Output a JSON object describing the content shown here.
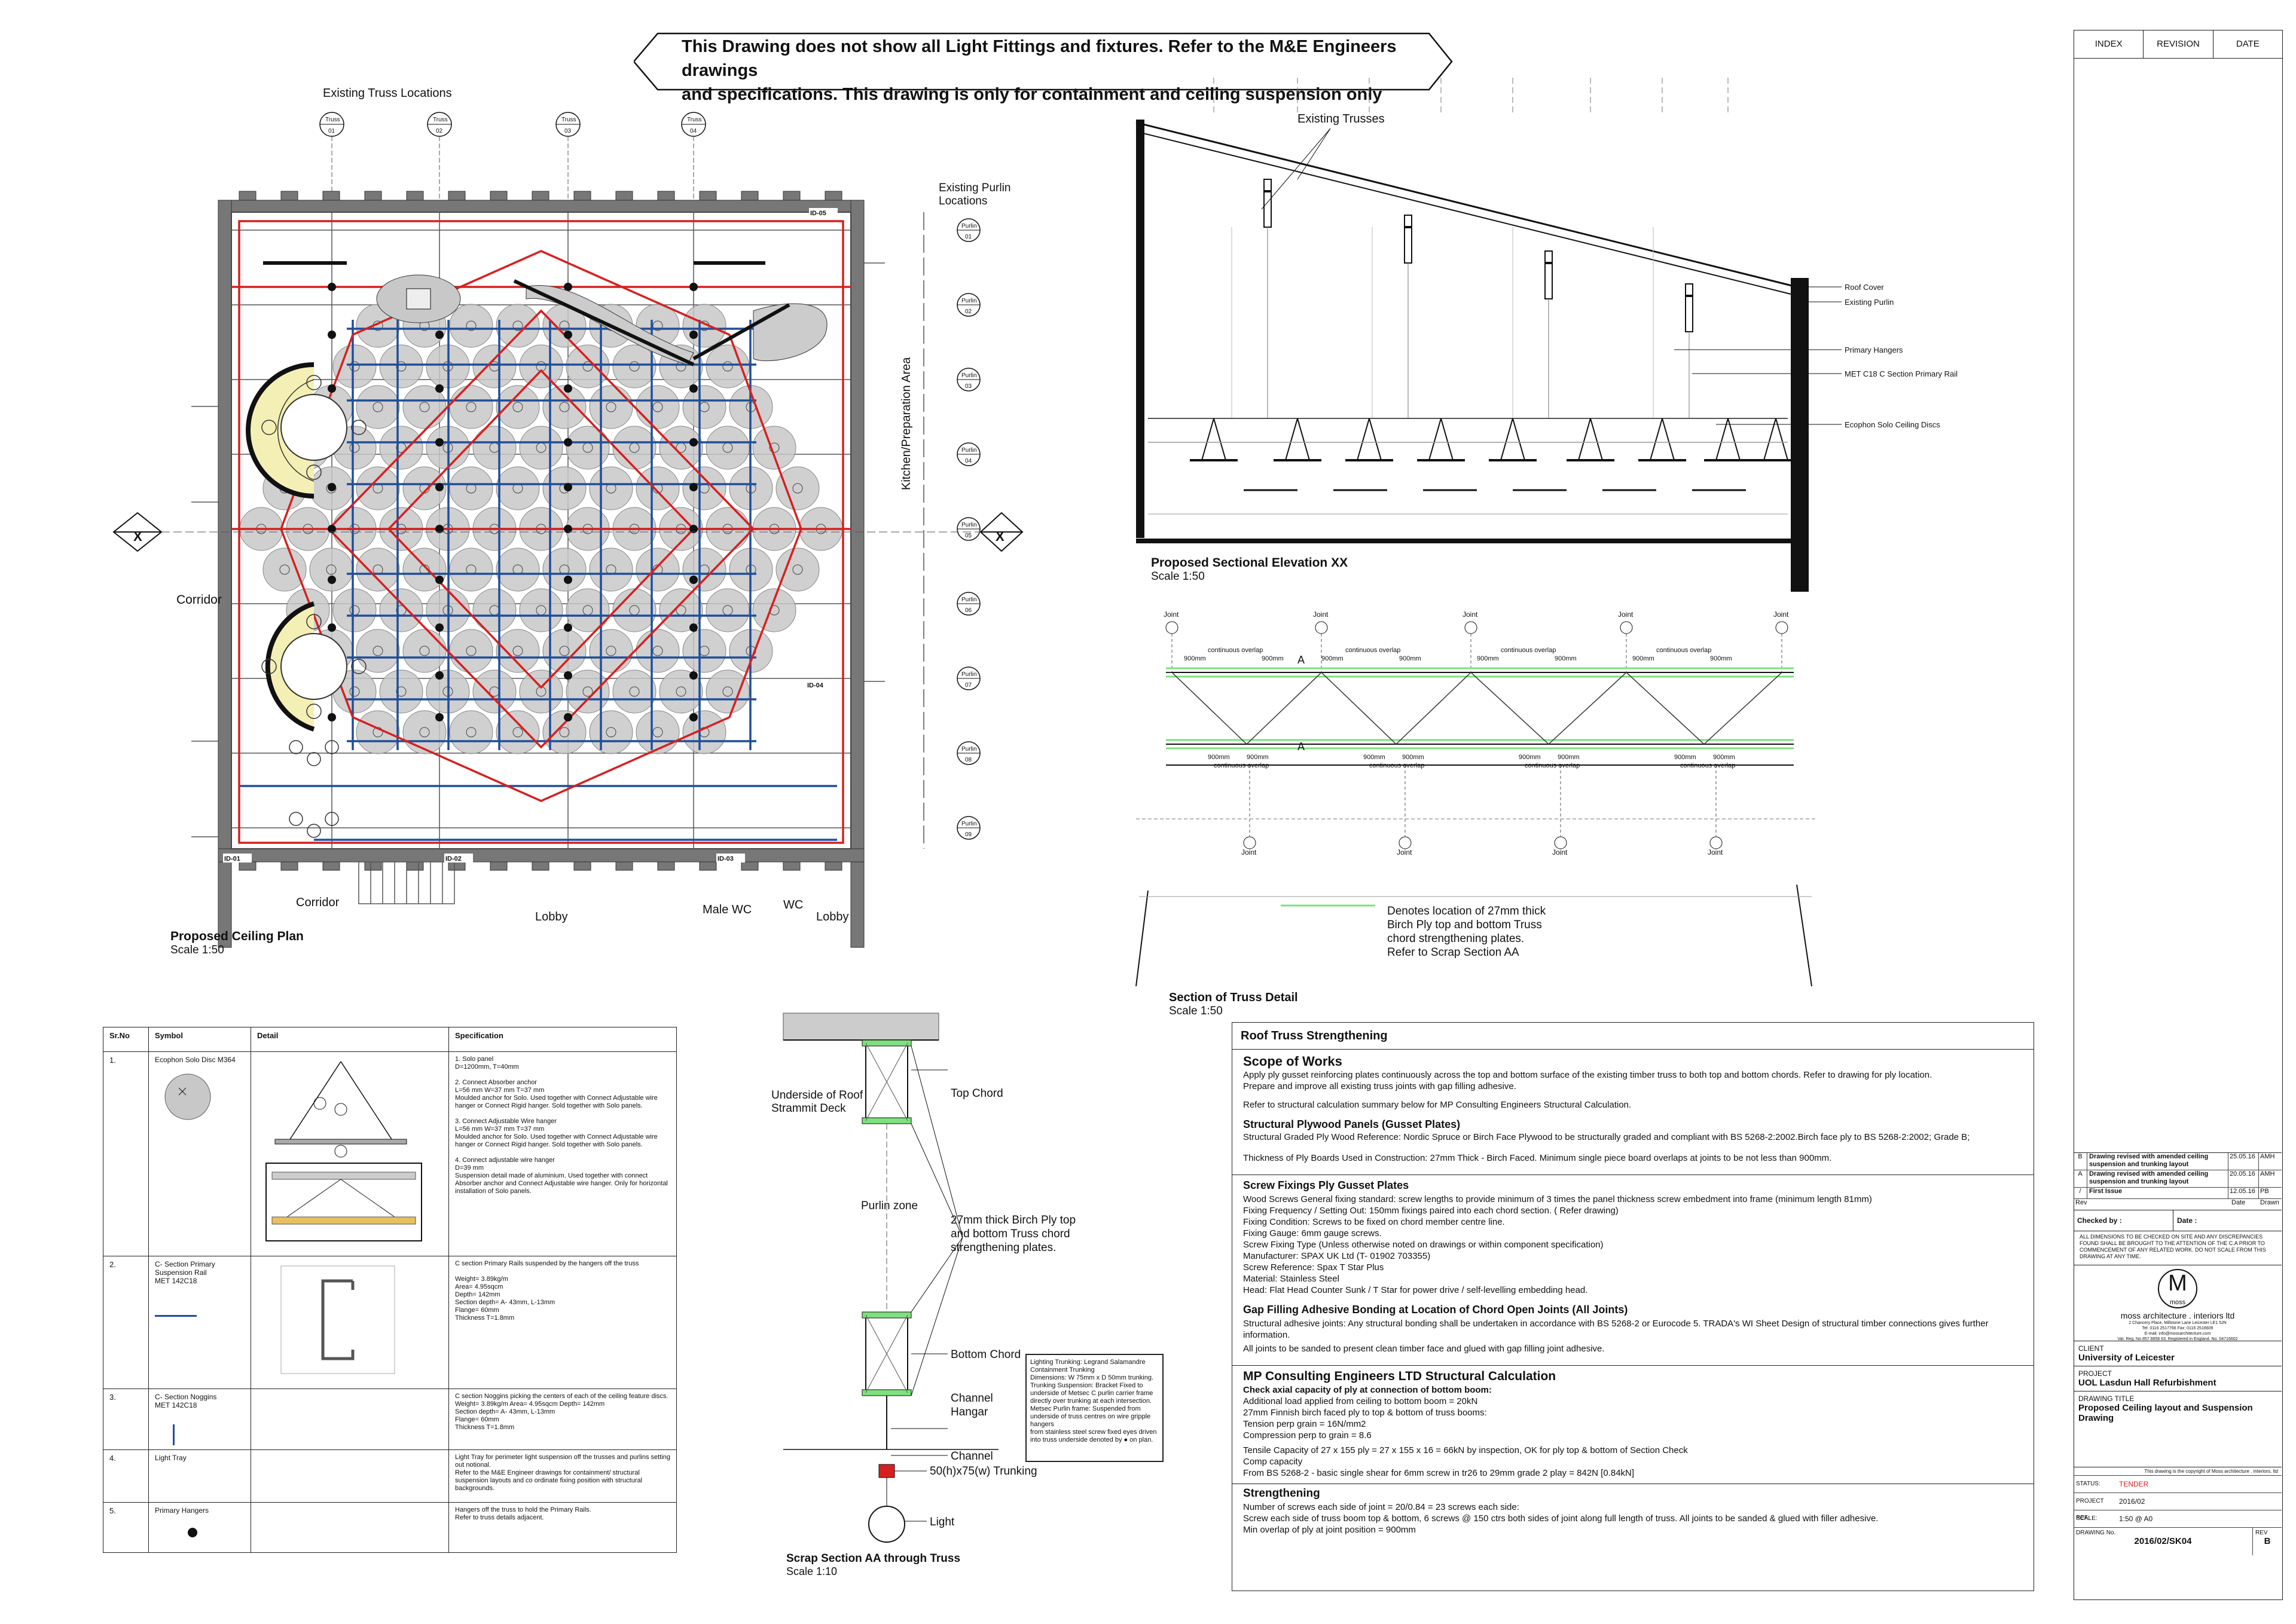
{
  "banner": {
    "line1": "This Drawing does not show all Light Fittings and fixtures. Refer to the M&E Engineers drawings",
    "line2": "and specifications. This drawing is only for containment and ceiling suspension only"
  },
  "header_cells": [
    "INDEX",
    "REVISION",
    "DATE"
  ],
  "plan": {
    "truss_locations_label": "Existing Truss Locations",
    "purlin_locations_label_1": "Existing Purlin",
    "purlin_locations_label_2": "Locations",
    "truss_tag": "Truss",
    "truss_ids": [
      "01",
      "02",
      "03",
      "04"
    ],
    "purlin_tag": "Purlin",
    "purlin_ids": [
      "01",
      "02",
      "03",
      "04",
      "05",
      "06",
      "07",
      "08",
      "09"
    ],
    "section_marker": "X",
    "kitchen_label": "Kitchen/Preparation Area",
    "corridor_left": "Corridor",
    "corridor_bottom": "Corridor",
    "lobby_bottom": "Lobby",
    "male_wc": "Male WC",
    "wc": "WC",
    "lobby_right": "Lobby",
    "door_ids": [
      "ID-01",
      "ID-02",
      "ID-03",
      "ID-04",
      "ID-05"
    ],
    "title": "Proposed Ceiling Plan",
    "scale": "Scale 1:50"
  },
  "elevation": {
    "trusses_label": "Existing Trusses",
    "callouts": [
      "Roof Cover",
      "Existing Purlin",
      "Primary Hangers",
      "MET C18 C Section Primary Rail",
      "Ecophon Solo Ceiling Discs"
    ],
    "title": "Proposed Sectional Elevation XX",
    "scale": "Scale 1:50"
  },
  "truss_detail": {
    "joint_label": "Joint",
    "continuous_overlap": "continuous overlap",
    "dim_900": "900mm",
    "section_ref": "A",
    "legend_1": "Denotes location of 27mm thick",
    "legend_2": "Birch Ply top and bottom Truss",
    "legend_3": "chord strengthening plates.",
    "legend_4": "Refer to Scrap Section AA",
    "title": "Section of  Truss Detail",
    "scale": "Scale 1:50"
  },
  "scrap": {
    "underside_1": "Underside of Roof",
    "underside_2": "Strammit Deck",
    "top_chord": "Top Chord",
    "purlin_zone": "Purlin zone",
    "ply_1": "27mm thick Birch Ply top",
    "ply_2": "and bottom Truss chord",
    "ply_3": "strengthening plates.",
    "bottom_chord": "Bottom Chord",
    "channel_hangar_1": "Channel",
    "channel_hangar_2": "Hangar",
    "channel": "Channel",
    "trunking": "50(h)x75(w) Trunking",
    "light": "Light",
    "lighting_note": "Lighting Trunking: Legrand Salamandre Containment Trunking\nDimensions: W 75mm x D 50mm trunking.\nTrunking Suspension: Bracket Fixed to underside of Metsec C purlin carrier frame directly over trunking at each intersection.\nMetsec Purlin frame: Suspended from underside of truss centres on wire gripple hangers\nfrom stainless steel screw fixed eyes driven into truss underside denoted by ● on plan.",
    "title": "Scrap Section AA through Truss",
    "scale": "Scale 1:10"
  },
  "schedule": {
    "headers": [
      "Sr.No",
      "Symbol",
      "Detail",
      "Specification"
    ],
    "rows": [
      {
        "no": "1.",
        "symbol": "Ecophon Solo Disc M364",
        "spec": "1.   Solo panel\nD=1200mm, T=40mm\n\n2.   Connect Absorber anchor\nL=56 mm W=37 mm T=37 mm\nMoulded anchor for Solo. Used together with Connect Adjustable wire hanger or Connect Rigid hanger. Sold together with Solo panels.\n\n3.   Connect Adjustable Wire hanger\nL=56 mm W=37 mm T=37 mm\nMoulded anchor for Solo. Used together with Connect Adjustable wire hanger or Connect Rigid hanger. Sold together with Solo panels.\n\n4.   Connect adjustable wire hanger\nD=39 mm\nSuspension detail made of aluminium. Used together with connect Absorber anchor and Connect Adjustable wire hanger. Only for horizontal installation of Solo panels."
      },
      {
        "no": "2.",
        "symbol": "C- Section Primary Suspension Rail\nMET 142C18",
        "spec": "C section Primary Rails suspended by the hangers off the truss\n\nWeight= 3.89kg/m\nArea= 4.95sqcm\nDepth= 142mm\nSection depth= A- 43mm, L-13mm\nFlange= 60mm\nThickness T=1.8mm"
      },
      {
        "no": "3.",
        "symbol": "C- Section Noggins\nMET 142C18",
        "spec": "C section Noggins picking the centers of each of the ceiling feature discs.\nWeight= 3.89kg/m Area= 4.95sqcm Depth= 142mm\nSection depth= A- 43mm, L-13mm\nFlange= 60mm\nThickness T=1.8mm"
      },
      {
        "no": "4.",
        "symbol": "Light Tray",
        "spec": "Light Tray for perimeter light suspension off the trusses and purlins setting out notional.\nRefer to the M&E Engineer drawings for containment/ structural suspension layouts and co ordinate fixing position with structural backgrounds."
      },
      {
        "no": "5.",
        "symbol": "Primary Hangers",
        "spec": "Hangers off the truss to hold  the Primary Rails.\nRefer to truss details adjacent."
      }
    ]
  },
  "roof": {
    "heading": "Roof Truss Strengthening",
    "scope_title": "Scope of Works",
    "scope_1": "Apply ply gusset reinforcing plates continuously across the top and bottom surface of the existing timber truss to both top and bottom chords. Refer to drawing for ply location.",
    "scope_2": "Prepare and improve all existing truss joints with gap filling adhesive.",
    "scope_3": "Refer to structural calculation summary below for MP Consulting Engineers Structural Calculation.",
    "plywood_title": "Structural Plywood Panels (Gusset Plates)",
    "plywood_1": "Structural Graded Ply Wood Reference: Nordic Spruce or Birch Face Plywood to be structurally graded and compliant with BS 5268-2:2002.Birch face ply to BS 5268-2:2002; Grade B;",
    "plywood_2": "Thickness of Ply Boards Used in Construction: 27mm Thick - Birch Faced. Minimum single piece board overlaps at joints to be not less than 900mm.",
    "screw_title": "Screw Fixings Ply Gusset Plates",
    "screw_lines": [
      "Wood Screws General fixing standard: screw lengths to provide minimum of 3 times the panel thickness screw embedment into frame (minimum length 81mm)",
      "Fixing Frequency / Setting Out: 150mm fixings paired into each chord section. ( Refer drawing)",
      "Fixing Condition: Screws to be fixed on chord member centre line.",
      "Fixing Gauge: 6mm gauge screws.",
      "Screw Fixing Type (Unless otherwise noted on drawings or within component specification)",
      "Manufacturer: SPAX UK Ltd (T- 01902 703355)",
      "Screw Reference: Spax T Star Plus",
      "Material: Stainless Steel",
      "Head: Flat Head Counter Sunk / T Star for power drive / self-levelling embedding head."
    ],
    "gap_title": "Gap Filling Adhesive Bonding at Location of Chord Open Joints (All Joints)",
    "gap_1": "Structural adhesive joints: Any structural bonding shall be undertaken in accordance with BS 5268-2 or Eurocode 5. TRADA's WI Sheet Design of structural timber connections gives further information.",
    "gap_2": "All joints to be sanded to present clean timber face and glued with gap filling joint adhesive.",
    "calc_title": "MP Consulting Engineers LTD Structural Calculation",
    "calc_lines": [
      "Check axial capacity of ply at connection of bottom boom:",
      "Additional load applied from ceiling to bottom boom = 20kN",
      "27mm Finnish birch faced ply to top & bottom of truss booms:",
      "Tension perp grain = 16N/mm2",
      "Compression perp to grain = 8.6",
      "Tensile Capacity of 27 x 155 ply = 27 x 155 x 16        = 66kN by inspection, OK for ply top & bottom of Section Check",
      "Comp capacity",
      "From BS 5268-2 - basic single shear for 6mm screw in tr26 to 29mm grade 2 play = 842N [0.84kN]"
    ],
    "strength_title": "Strengthening",
    "strength_lines": [
      "Number of screws each side of joint = 20/0.84 =  23 screws each side:",
      "Screw each side of truss boom top & bottom, 6 screws @ 150 ctrs both sides of joint along full length of truss. All joints to be sanded & glued with filler adhesive.",
      "Min overlap of ply at joint position = 900mm"
    ]
  },
  "title_block": {
    "revisions": [
      {
        "rev": "B",
        "desc": "Drawing revised with amended ceiling suspension and trunking layout",
        "date": "25.05.16",
        "by": "AMH"
      },
      {
        "rev": "A",
        "desc": "Drawing revised with amended ceiling suspension and trunking layout",
        "date": "20.05.16",
        "by": "AMH"
      },
      {
        "rev": "/",
        "desc": "First Issue",
        "date": "12.05.16",
        "by": "PB"
      }
    ],
    "rev_head": "Rev",
    "date_head": "Date",
    "drawn_head": "Drawn",
    "checked_by": "Checked by :",
    "date_label": "Date :",
    "notes": "ALL DIMENSIONS TO BE CHECKED ON SITE AND ANY DISCREPANCIES FOUND SHALL BE BROUGHT TO THE ATTENTION OF THE C.A PRIOR TO COMMENCEMENT OF ANY RELATED WORK. DO NOT SCALE FROM THIS DRAWING AT ANY TIME.",
    "logo_letter": "M",
    "logo_word": "moss",
    "firm": "moss architecture . interiors ltd",
    "address": "2 Chancery Place, Millstone Lane Leicester LE1 5JN\nTel: 0116 2517766  Fax: 0116 2516609\nE-mail: info@mossarchitecture.com\nVat. Reg. No 857 8858 63. Registered in England. No. 04716602",
    "client_label": "CLIENT",
    "client": "University of Leicester",
    "project_label": "PROJECT",
    "project": "UOL Lasdun Hall Refurbishment",
    "title_label": "DRAWING TITLE",
    "title": "Proposed Ceiling layout and Suspension Drawing",
    "copyright": "This drawing is the copyright of Moss architecture . interiors. ltd",
    "status_label": "STATUS:",
    "status": "TENDER",
    "project_ref_label": "PROJECT REF:",
    "project_ref": "2016/02",
    "scale_label": "SCALE:",
    "scale": "1:50 @ A0",
    "drawing_no_label": "DRAWING No.",
    "drawing_no": "2016/02/SK04",
    "rev_label": "REV",
    "rev": "B"
  },
  "colors": {
    "rail_red": "#d62020",
    "noggin_blue": "#1f4e9a",
    "ply_green": "#7ee07e",
    "disc_grey": "#c8c8c8",
    "tray_yellow": "#f4f0b5"
  }
}
